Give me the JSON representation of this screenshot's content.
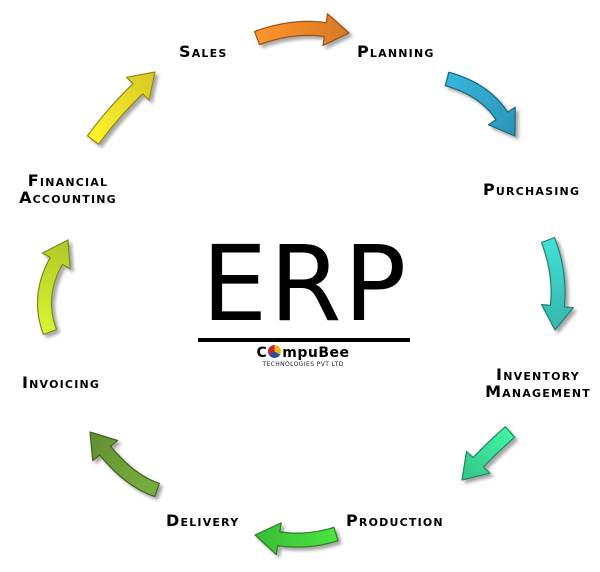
{
  "title": "ERP",
  "logo": {
    "name_pre": "C",
    "name_post": "mpuBee",
    "subtitle": "TECHNOLOGIES PVT LTD"
  },
  "stages": [
    {
      "label": "Sales"
    },
    {
      "label": "Planning"
    },
    {
      "label": "Purchasing"
    },
    {
      "label": "Inventory\nManagement"
    },
    {
      "label": "Production"
    },
    {
      "label": "Delivery"
    },
    {
      "label": "Invoicing"
    },
    {
      "label": "Financial\nAccounting"
    }
  ],
  "arrow_colors": [
    "#f3892a",
    "#31a8cc",
    "#3ccfc4",
    "#3be09a",
    "#44d43c",
    "#6fa23a",
    "#c8e22e",
    "#f1e229"
  ]
}
